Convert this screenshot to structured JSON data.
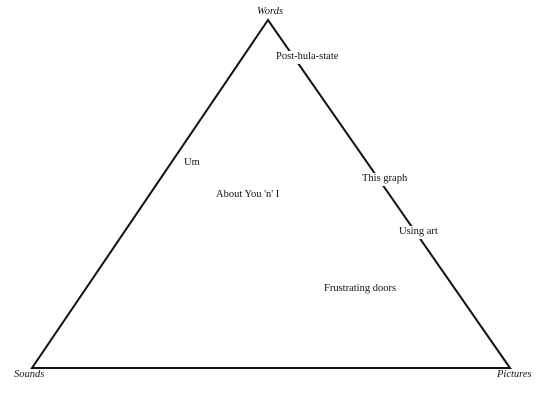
{
  "vertices": {
    "top": "Words",
    "left": "Sounds",
    "right": "Pictures"
  },
  "points": [
    {
      "label": "Post-hula-state"
    },
    {
      "label": "Um"
    },
    {
      "label": "This graph"
    },
    {
      "label": "About You 'n' I"
    },
    {
      "label": "Using art"
    },
    {
      "label": "Frustrating doors"
    }
  ],
  "colors": {
    "line": "#111111",
    "text": "#111111",
    "background": "#ffffff"
  }
}
